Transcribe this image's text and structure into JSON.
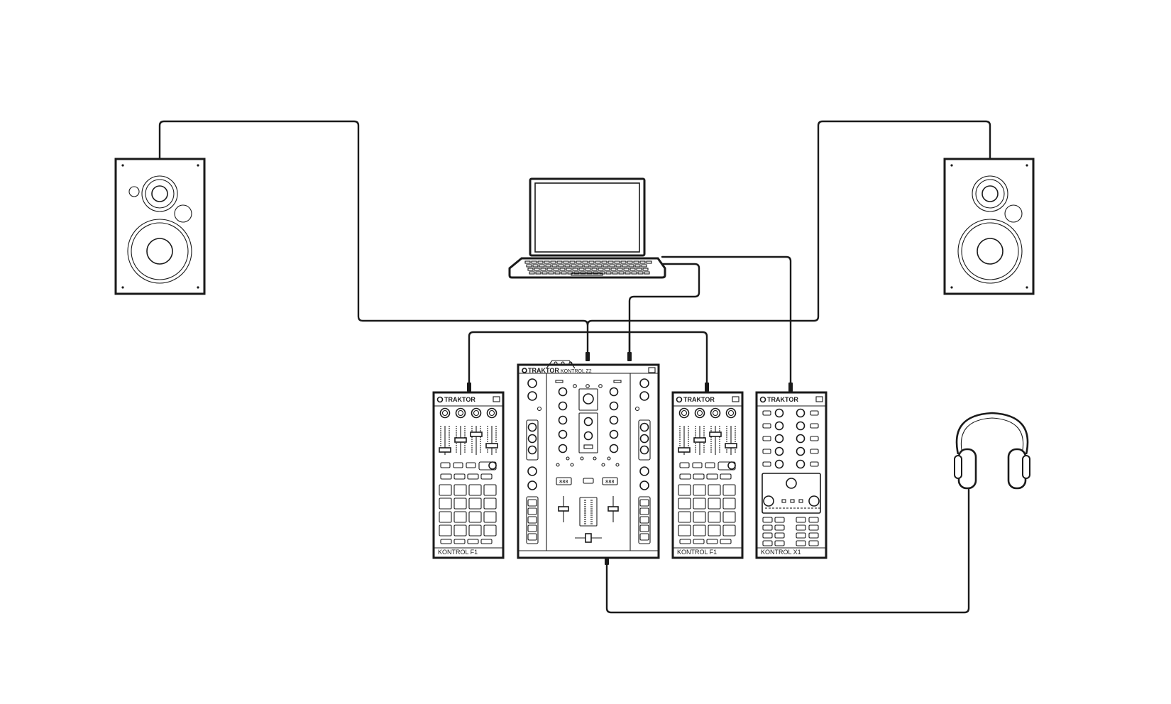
{
  "devices": {
    "mixer": {
      "brand": "TRAKTOR",
      "model": "KONTROL Z2",
      "display_a": "888",
      "display_b": "888"
    },
    "f1_left": {
      "brand": "TRAKTOR",
      "model": "KONTROL F1"
    },
    "f1_right": {
      "brand": "TRAKTOR",
      "model": "KONTROL F1"
    },
    "x1": {
      "brand": "TRAKTOR",
      "model": "KONTROL X1"
    }
  },
  "icons": [
    "speaker-left-icon",
    "speaker-right-icon",
    "laptop-icon",
    "headphones-icon"
  ],
  "colors": {
    "line": "#1a1a1a",
    "background": "#ffffff"
  }
}
